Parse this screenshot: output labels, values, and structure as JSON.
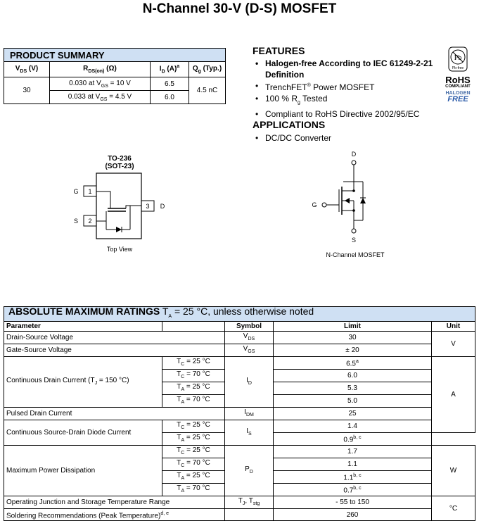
{
  "title": "N-Channel 30-V (D-S) MOSFET",
  "product_summary": {
    "heading": "PRODUCT SUMMARY",
    "col_vds": "V",
    "col_vds_sub": "DS",
    "col_vds_unit": " (V)",
    "col_rds": "R",
    "col_rds_sub": "DS(on)",
    "col_rds_unit": " (Ω)",
    "col_id": "I",
    "col_id_sub": "D",
    "col_id_unit": " (A)",
    "col_id_sup": "a",
    "col_qg": "Q",
    "col_qg_sub": "g",
    "col_qg_unit": " (Typ.)",
    "vds": "30",
    "row1_rds": "0.030 at V",
    "row1_rds_sub": "GS",
    "row1_rds_rest": " = 10 V",
    "row1_id": "6.5",
    "row2_rds": "0.033 at V",
    "row2_rds_sub": "GS",
    "row2_rds_rest": " = 4.5 V",
    "row2_id": "6.0",
    "qg": "4.5 nC"
  },
  "features": {
    "heading": "FEATURES",
    "item1": "Halogen-free According to IEC 61249-2-21 Definition",
    "item2a": "TrenchFET",
    "item2sup": "®",
    "item2b": " Power MOSFET",
    "item3a": "100 % R",
    "item3sub": "g",
    "item3b": " Tested",
    "item4": "Compliant to RoHS Directive 2002/95/EC"
  },
  "applications": {
    "heading": "APPLICATIONS",
    "item1": "DC/DC Converter"
  },
  "badge": {
    "pb_free": "Pb-free",
    "rohs": "RoHS",
    "compliant": "COMPLIANT",
    "halogen": "HALOGEN",
    "free": "FREE"
  },
  "package": {
    "name1": "TO-236",
    "name2": "(SOT-23)",
    "pin_g": "G",
    "pin_s": "S",
    "pin_d": "D",
    "pin1": "1",
    "pin2": "2",
    "pin3": "3",
    "view": "Top View"
  },
  "symbol": {
    "d": "D",
    "g": "G",
    "s": "S",
    "caption": "N-Channel MOSFET"
  },
  "amr": {
    "heading": "ABSOLUTE MAXIMUM RATINGS",
    "cond_a": " T",
    "cond_sub": "A",
    "cond_b": " = 25 °C, unless otherwise noted",
    "col_param": "Parameter",
    "col_symbol": "Symbol",
    "col_limit": "Limit",
    "col_unit": "Unit",
    "r1": "Drain-Source Voltage",
    "r1_sym": "V",
    "r1_sub": "DS",
    "r1_lim": "30",
    "r2": "Gate-Source Voltage",
    "r2_sym": "V",
    "r2_sub": "GS",
    "r2_lim": "± 20",
    "unit_v": "V",
    "r3a": "Continuous Drain Current (T",
    "r3sub": "J",
    "r3b": " = 150 °C)",
    "tc25": "T",
    "c_sub": "C",
    "a_sub": "A",
    "eq25": " = 25 °C",
    "eq70": " = 70 °C",
    "r3_sym": "I",
    "r3_sub": "D",
    "r3_l1": "6.5",
    "r3_l1sup": "a",
    "r3_l2": "6.0",
    "r3_l3": "5.3",
    "r3_l4": "5.0",
    "unit_a": "A",
    "r4": "Pulsed Drain Current",
    "r4_sym": "I",
    "r4_sub": "DM",
    "r4_lim": "25",
    "r5": "Continuous Source-Drain Diode Current",
    "r5_sym": "I",
    "r5_sub": "S",
    "r5_l1": "1.4",
    "r5_l2": "0.9",
    "r5_l2sup": "b, c",
    "r6": "Maximum Power Dissipation",
    "r6_sym": "P",
    "r6_sub": "D",
    "r6_l1": "1.7",
    "r6_l2": "1.1",
    "r6_l3": "1.1",
    "r6_l3sup": "b, c",
    "r6_l4": "0.7",
    "r6_l4sup": "b, c",
    "unit_w": "W",
    "r7": "Operating Junction and Storage Temperature Range",
    "r7_sym": "T",
    "r7_sub": "J",
    "r7_sym2": ", T",
    "r7_sub2": "stg",
    "r7_lim": "- 55 to 150",
    "unit_c": "°C",
    "r8": "Soldering Recommendations (Peak Temperature)",
    "r8_sup": "d, e",
    "r8_lim": "260"
  }
}
